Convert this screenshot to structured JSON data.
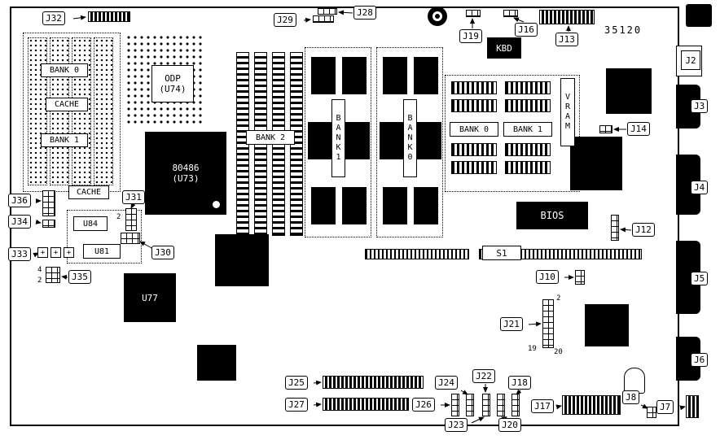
{
  "board": {
    "silkscreen": "35120"
  },
  "labels": {
    "j2": "J2",
    "j3": "J3",
    "j4": "J4",
    "j5": "J5",
    "j6": "J6",
    "j7": "J7",
    "j8": "J8",
    "j10": "J10",
    "j12": "J12",
    "j13": "J13",
    "j14": "J14",
    "j16": "J16",
    "j17": "J17",
    "j18": "J18",
    "j19": "J19",
    "j20": "J20",
    "j21": "J21",
    "j22": "J22",
    "j23": "J23",
    "j24": "J24",
    "j25": "J25",
    "j26": "J26",
    "j27": "J27",
    "j28": "J28",
    "j29": "J29",
    "j30": "J30",
    "j31": "J31",
    "j32": "J32",
    "j33": "J33",
    "j34": "J34",
    "j35": "J35",
    "j36": "J36"
  },
  "chips": {
    "kbd": "KBD",
    "bios": "BIOS",
    "u77": "U77",
    "s1": "S1",
    "cpu_line1": "80486",
    "cpu_line2": "(U73)",
    "odp_line1": "ODP",
    "odp_line2": "(U74)",
    "u84": "U84",
    "u81": "U81"
  },
  "memory": {
    "bank2": "BANK 2",
    "bank1_vertical": "BANK1",
    "bank0_vertical": "BANK0",
    "vram": "VRAM",
    "vram_bank0": "BANK 0",
    "vram_bank1": "BANK 1",
    "cache_bank0": "BANK 0",
    "cache_label": "CACHE",
    "cache_bank1": "BANK 1",
    "cache_box": "CACHE"
  },
  "pin_numbers": {
    "j21_top": "2",
    "j21_bl": "19",
    "j21_br": "20",
    "j35_top": "4",
    "j35_bottom": "2",
    "j31_top": "2",
    "cap_plus": "+"
  }
}
